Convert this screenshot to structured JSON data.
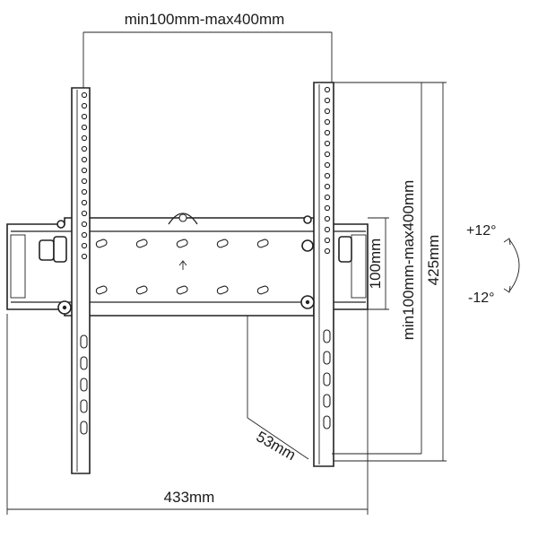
{
  "dimensions": {
    "vesa_width": "min100mm-max400mm",
    "vesa_height": "min100mm-max400mm",
    "wall_plate_height": "100mm",
    "arm_height": "425mm",
    "overall_width": "433mm",
    "depth": "53mm"
  },
  "tilt": {
    "up": "+12°",
    "down": "-12°"
  }
}
